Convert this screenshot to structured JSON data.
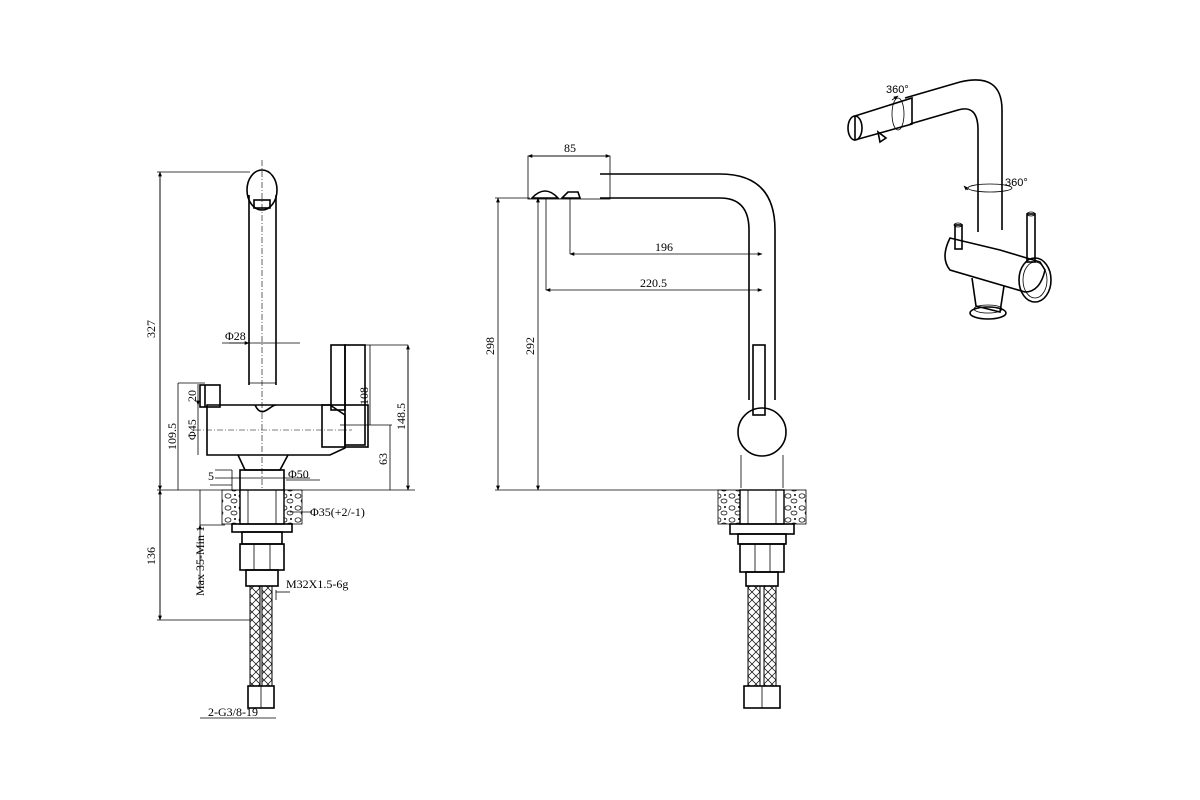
{
  "front_view": {
    "dim_total_height": "327",
    "dim_spout_dia": "Φ28",
    "dim_handle_height": "20",
    "dim_body_dia": "Φ45",
    "dim_body_height": "109.5",
    "dim_lever_height": "108",
    "dim_overall_right": "148.5",
    "dim_lever_offset": "63",
    "dim_base_offset": "5",
    "dim_base_dia": "Φ50",
    "dim_hole_dia": "Φ35(+2/-1)",
    "dim_under_height": "136",
    "dim_counter_thickness": "Max 35-Min 1",
    "dim_thread": "M32X1.5-6g",
    "dim_hose_fitting": "2-G3/8-19"
  },
  "side_view": {
    "dim_aerator_width": "85",
    "dim_reach_inner": "196",
    "dim_reach_outer": "220.5",
    "dim_total_height": "298",
    "dim_outlet_height": "292"
  },
  "iso_view": {
    "rotation_spout": "360°",
    "rotation_body": "360°"
  }
}
